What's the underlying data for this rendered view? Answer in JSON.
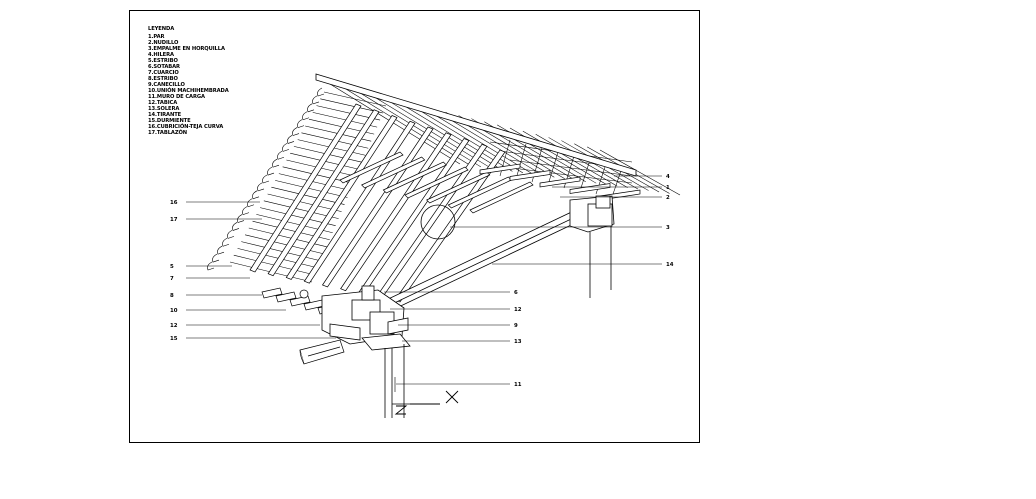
{
  "legend": {
    "title": "LEYENDA",
    "items": [
      "1.PAR",
      "2.NUDILLO",
      "3.EMPALME EN HORQUILLA",
      "4.HILERA",
      "5.ESTRIBO",
      "6.SOTABAR",
      "7.CUARCIO",
      "8.ESTRIBO",
      "9.CANECILLO",
      "10.UNIÓN MACHIHEMBRADA",
      "11.MURO DE CARGA",
      "12.TABICA",
      "13.SOLERA",
      "14.TIRANTE",
      "15.DURMIENTE",
      "16.CUBRICIÓN-TEJA CURVA",
      "17.TABLAZÓN"
    ]
  },
  "callouts": {
    "right_4": "4",
    "right_1": "1",
    "right_2": "2",
    "right_3": "3",
    "right_14": "14",
    "left_16": "16",
    "left_17": "17",
    "left_5": "5",
    "left_7": "7",
    "left_8": "8",
    "left_10": "10",
    "left_12": "12",
    "left_15": "15",
    "mid_6": "6",
    "mid_12": "12",
    "mid_9": "9",
    "mid_13": "13",
    "mid_11": "11"
  },
  "colors": {
    "line": "#000000",
    "background": "#ffffff"
  }
}
